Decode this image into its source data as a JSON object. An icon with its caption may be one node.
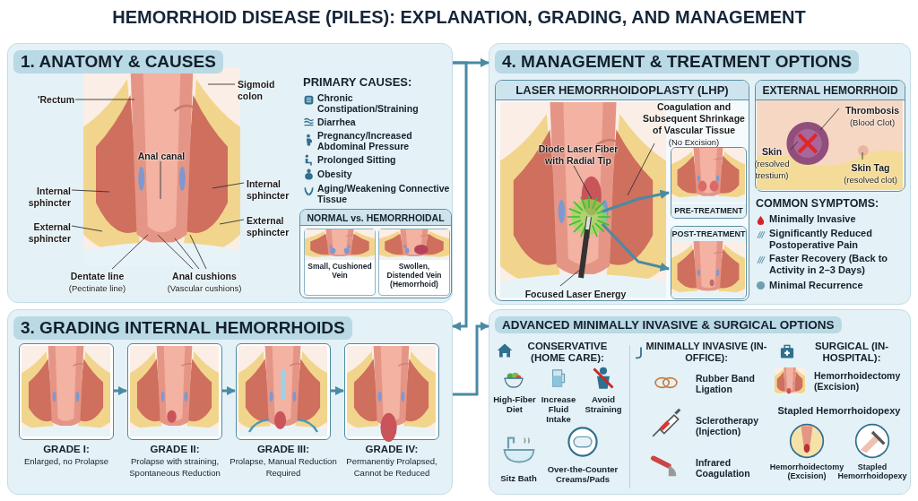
{
  "diagram": {
    "title": "HEMORRHOID DISEASE (PILES): EXPLANATION, GRADING, AND MANAGEMENT",
    "nodes": [
      {
        "text": [
          "1. ANATOMY & CAUSES"
        ]
      },
      {
        "text": [
          "'Rectum"
        ],
        "in": 0
      },
      {
        "text": [
          "Sigmoid colon"
        ],
        "in": 0
      },
      {
        "text": [
          "Anal canal"
        ],
        "in": 0
      },
      {
        "text": [
          "Internal sphincter"
        ],
        "in": 0
      },
      {
        "text": [
          "Internal sphincter"
        ],
        "in": 0
      },
      {
        "text": [
          "External sphincter"
        ],
        "in": 0
      },
      {
        "text": [
          "External sphincter"
        ],
        "in": 0
      },
      {
        "text": [
          "Dentate line",
          "(Pectinate line)"
        ],
        "in": 0
      },
      {
        "text": [
          "Anal cushions",
          "(Vascular cushions)"
        ],
        "in": 0
      },
      {
        "text": [
          "NORMAL vs. HEMORRHOIDAL"
        ],
        "in": 0
      },
      {
        "text": [
          "Small, Cushioned Vein"
        ],
        "in": 10
      },
      {
        "text": [
          "Swollen, Distended Vein (Hemorrhoid)"
        ],
        "in": 10
      },
      {
        "text": [
          "4. MANAGEMENT & TREATMENT OPTIONS"
        ]
      },
      {
        "text": [
          "LASER HEMORRHOIDOPLASTY (LHP)"
        ],
        "in": 13
      },
      {
        "text": [
          "Diode Laser Fiber with Radial Tip"
        ],
        "in": 14
      },
      {
        "text": [
          "Coagulation and Subsequent Shrinkage of Vascular Tissue",
          "(No Excision)"
        ],
        "in": 14
      },
      {
        "text": [
          "Focused Laser Energy"
        ],
        "in": 14
      },
      {
        "text": [
          "PRE-TREATMENT"
        ],
        "in": 14
      },
      {
        "text": [
          "POST-TREATMENT"
        ],
        "in": 14
      },
      {
        "text": [
          "EXTERNAL HEMORRHOID"
        ],
        "in": 13
      },
      {
        "text": [
          "Thrombosis",
          "(Blood Clot)"
        ],
        "in": 20
      },
      {
        "text": [
          "Skin",
          "(resolved trestium)"
        ],
        "in": 20
      },
      {
        "text": [
          "Skin Tag",
          "(resolved clot)"
        ],
        "in": 20
      },
      {
        "text": [
          "3. GRADING INTERNAL HEMORRHOIDS"
        ]
      },
      {
        "text": [
          "GRADE I:",
          "Enlarged, no Prolapse"
        ],
        "in": 24
      },
      {
        "text": [
          "GRADE II:",
          "Prolapse with straining, Spontaneous Reduction"
        ],
        "in": 24
      },
      {
        "text": [
          "GRADE III:",
          "Prolapse, Manual Reduction Required"
        ],
        "in": 24
      },
      {
        "text": [
          "GRADE IV:",
          "Permanentiy Prolapsed, Cannot be Reduced"
        ],
        "in": 24
      },
      {
        "text": [
          "ADVANCED MINIMALLY INVASIVE & SURGICAL OPTIONS"
        ]
      }
    ],
    "edges": [
      {
        "from": 0,
        "to": 13,
        "arrow": "to",
        "style": "thick",
        "color": "#4a8aa3"
      },
      {
        "from": 0,
        "to": 24,
        "arrow": "to",
        "style": "thick",
        "color": "#4a8aa3"
      },
      {
        "from": 24,
        "to": 29,
        "arrow": "to",
        "style": "thick",
        "color": "#4a8aa3"
      },
      {
        "from": 25,
        "to": 26,
        "arrow": "to",
        "style": "thick",
        "color": "#4a8aa3"
      },
      {
        "from": 26,
        "to": 27,
        "arrow": "to",
        "style": "thick",
        "color": "#4a8aa3"
      },
      {
        "from": 27,
        "to": 28,
        "arrow": "to",
        "style": "thick",
        "color": "#4a8aa3"
      },
      {
        "from": 1,
        "to": null,
        "arrow": "none"
      },
      {
        "from": 2,
        "to": null,
        "arrow": "none"
      },
      {
        "from": 3,
        "to": null,
        "arrow": "none"
      },
      {
        "from": 4,
        "to": null,
        "arrow": "none"
      },
      {
        "from": 5,
        "to": null,
        "arrow": "none"
      },
      {
        "from": 6,
        "to": null,
        "arrow": "none"
      },
      {
        "from": 7,
        "to": null,
        "arrow": "none"
      },
      {
        "from": 8,
        "to": null,
        "arrow": "none"
      },
      {
        "from": 9,
        "to": null,
        "arrow": "none"
      },
      {
        "from": 9,
        "to": null,
        "arrow": "none"
      },
      {
        "from": 9,
        "to": null,
        "arrow": "none"
      },
      {
        "from": 15,
        "to": null,
        "arrow": "none"
      },
      {
        "from": 16,
        "to": null,
        "arrow": "none"
      },
      {
        "from": 17,
        "to": null,
        "arrow": "none"
      },
      {
        "from": null,
        "to": 18,
        "arrow": "to",
        "style": "thick",
        "color": "#4a8aa3"
      },
      {
        "from": null,
        "to": 19,
        "arrow": "to",
        "style": "thick",
        "color": "#4a8aa3"
      },
      {
        "from": 21,
        "to": null,
        "arrow": "none"
      },
      {
        "from": 22,
        "to": null,
        "arrow": "none"
      },
      {
        "from": 23,
        "to": null,
        "arrow": "none"
      }
    ],
    "labels": [
      "PRIMARY CAUSES:",
      "Chronic Constipation/Straining",
      "Diarrhea",
      "Pregnancy/Increased Abdominal Pressure",
      "Prolonged Sitting",
      "Obesity",
      "Aging/Weakening Connective Tissue",
      "COMMON SYMPTOMS:",
      "Minimally Invasive",
      "Significantly Reduced Postoperative Pain",
      "Faster Recovery (Back to Activity in 2–3 Days)",
      "Minimal Recurrence",
      "CONSERVATIVE (HOME CARE):",
      "High-Fiber Diet",
      "Increase Fluid Intake",
      "Avoid Straining",
      "Sitz Bath",
      "Over-the-Counter Creams/Pads",
      "MINIMALLY INVASIVE (IN-OFFICE):",
      "Rubber Band Ligation",
      "Sclerotherapy (Injection)",
      "Infrared Coagulation",
      "SURGICAL (IN-HOSPITAL):",
      "Hemorrhoidectomy (Excision)",
      "Stapled Hemorrhoidopexy",
      "Hemorrhoidectomy (Excision)",
      "Stapled Hemorrhoidopexy"
    ]
  }
}
